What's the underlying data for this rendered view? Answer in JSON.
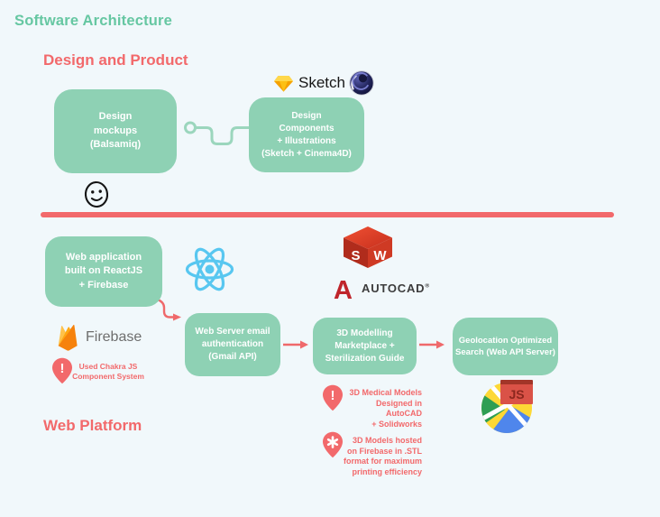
{
  "page": {
    "title": "Software Architecture",
    "sections": {
      "design_product": "Design and Product",
      "web_platform": "Web Platform"
    }
  },
  "colors": {
    "background": "#f1f8fb",
    "node_green": "#8ed1b4",
    "connector_green": "#9bd6bd",
    "title_green": "#66c7a2",
    "accent_red": "#f2696b",
    "react_blue": "#58c7f0",
    "firebase_orange": "#f6820c",
    "solidworks_red": "#cf3a24",
    "autocad_red": "#bf252b",
    "maps_yellow": "#fdd835",
    "maps_green": "#2f9e53",
    "maps_blue": "#4f86ec",
    "js_red": "#da5247"
  },
  "nodes": {
    "design_mockups": {
      "label": "Design\nmockups\n(Balsamiq)"
    },
    "design_components": {
      "label": "Design\nComponents\n+ Illustrations\n(Sketch + Cinema4D)"
    },
    "web_application": {
      "label": "Web application\nbuilt on ReactJS\n+ Firebase"
    },
    "web_server_email": {
      "label": "Web Server email\nauthentication\n(Gmail API)"
    },
    "modelling_marketplace": {
      "label": "3D Modelling\nMarketplace +\nSterilization Guide"
    },
    "geolocation_search": {
      "label": "Geolocation Optimized\nSearch (Web API Server)"
    }
  },
  "logos": {
    "sketch": {
      "label": "Sketch",
      "icon": "sketch-diamond-icon"
    },
    "cinema4d": {
      "icon": "cinema4d-sphere-icon"
    },
    "react": {
      "icon": "react-atom-icon"
    },
    "firebase": {
      "label": "Firebase",
      "icon": "firebase-flame-icon"
    },
    "solidworks": {
      "icon": "solidworks-cube-icon",
      "letter_s": "S",
      "letter_w": "W"
    },
    "autocad": {
      "a_glyph": "A",
      "label": "AUTOCAD",
      "registered_mark": "®",
      "icon": "autocad-a-icon"
    },
    "google_maps_js": {
      "label": "JS",
      "icon": "google-maps-icon"
    },
    "smiley": {
      "icon": "smiley-face-icon"
    }
  },
  "annotations": {
    "chakra": {
      "pin_glyph": "!",
      "text": "Used Chakra JS\nComponent System"
    },
    "medical_models": {
      "pin_glyph": "!",
      "text": "3D Medical Models\nDesigned in\nAutoCAD\n+ Solidworks"
    },
    "model_hosting": {
      "pin_icon": "asterisk-pin-icon",
      "text": "3D Models hosted\non Firebase in .STL\nformat for maximum\nprinting efficiency"
    }
  }
}
